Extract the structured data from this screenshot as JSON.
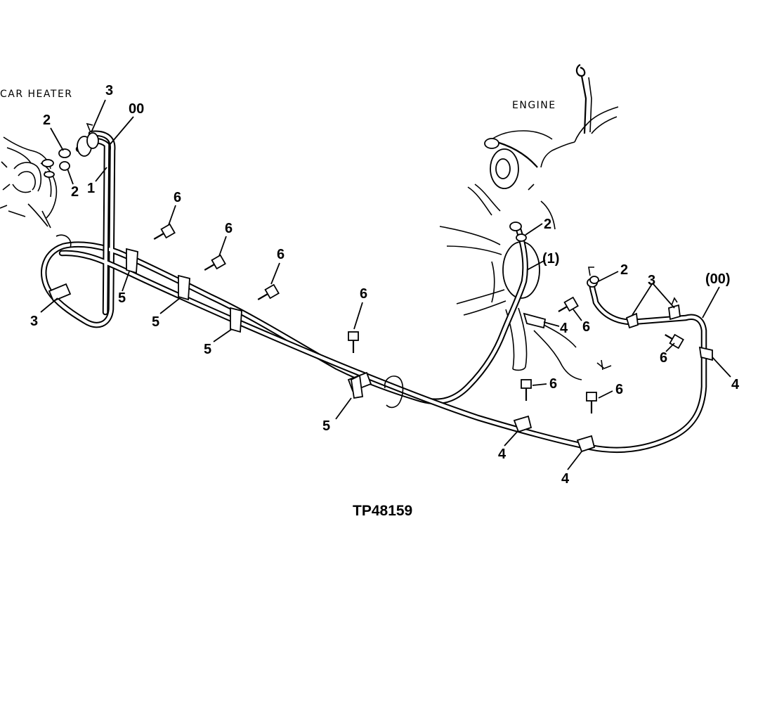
{
  "locations": {
    "car_heater": "CAR HEATER",
    "engine": "ENGINE"
  },
  "figure_id": "TP48159",
  "callouts": {
    "c3_top": "3",
    "c00_top": "00",
    "c2_upper": "2",
    "c2_lower": "2",
    "c1": "1",
    "c6_a": "6",
    "c6_b": "6",
    "c6_c": "6",
    "c5_a": "5",
    "c5_b": "5",
    "c5_c": "5",
    "c3_left": "3",
    "c6_d": "6",
    "c5_d": "5",
    "c2_engine": "2",
    "c1_paren": "(1)",
    "c4_engine": "4",
    "c6_engine": "6",
    "c2_right": "2",
    "c3_right": "3",
    "c00_paren": "(00)",
    "c6_right": "6",
    "c4_right": "4",
    "c6_mid1": "6",
    "c6_mid2": "6",
    "c4_mid1": "4",
    "c4_mid2": "4"
  }
}
